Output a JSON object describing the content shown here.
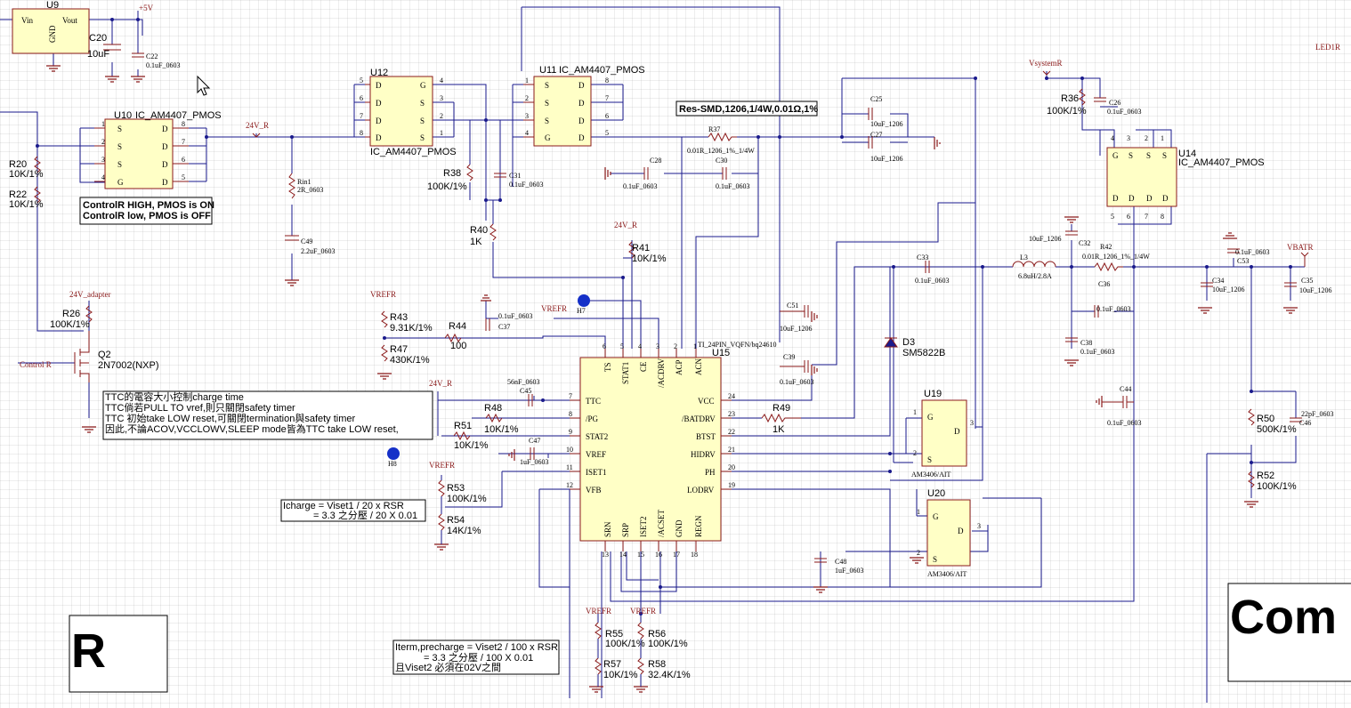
{
  "chips": {
    "U9": {
      "ref": "U9",
      "pins": [
        "Vin",
        "Vout",
        "GND"
      ]
    },
    "U10": {
      "ref": "U10",
      "value": "IC_AM4407_PMOS"
    },
    "U11": {
      "ref": "U11",
      "value": "IC_AM4407_PMOS"
    },
    "U12": {
      "ref": "U12",
      "value": "IC_AM4407_PMOS"
    },
    "U14": {
      "ref": "U14",
      "value": "IC_AM4407_PMOS"
    },
    "U15": {
      "ref": "U15",
      "value": "TI_24PIN_VQFN/bq24610",
      "pins_top": [
        "TS",
        "STAT1",
        "CE",
        "/ACDRV",
        "ACP",
        "ACN"
      ],
      "pins_top_num": [
        "6",
        "5",
        "4",
        "3",
        "2",
        "1"
      ],
      "pins_left": [
        "TTC",
        "/PG",
        "STAT2",
        "VREF",
        "ISET1",
        "VFB"
      ],
      "pins_left_num": [
        "7",
        "8",
        "9",
        "10",
        "11",
        "12"
      ],
      "pins_right": [
        "VCC",
        "/BATDRV",
        "BTST",
        "HIDRV",
        "PH",
        "LODRV"
      ],
      "pins_right_num": [
        "24",
        "23",
        "22",
        "21",
        "20",
        "19"
      ],
      "pins_bottom": [
        "SRN",
        "SRP",
        "ISET2",
        "/ACSET",
        "GND",
        "REGN"
      ],
      "pins_bottom_num": [
        "13",
        "14",
        "15",
        "16",
        "17",
        "18"
      ]
    },
    "U19": {
      "ref": "U19",
      "value": "AM3406/AIT"
    },
    "U20": {
      "ref": "U20",
      "value": "AM3406/AIT"
    },
    "Q2": {
      "ref": "Q2",
      "value": "2N7002(NXP)"
    }
  },
  "mos_pins": {
    "s": "S",
    "d": "D",
    "g": "G"
  },
  "pinnums": {
    "p1": "1",
    "p2": "2",
    "p3": "3",
    "p4": "4",
    "p5": "5",
    "p6": "6",
    "p7": "7",
    "p8": "8"
  },
  "parts": {
    "C20": {
      "ref": "C20",
      "value": "10uF"
    },
    "C22": {
      "ref": "C22",
      "value": "0.1uF_0603"
    },
    "R20": {
      "ref": "R20",
      "value": "10K/1%"
    },
    "R22": {
      "ref": "R22",
      "value": "10K/1%"
    },
    "R26": {
      "ref": "R26",
      "value": "100K/1%"
    },
    "Rin1": {
      "ref": "Rin1",
      "value": "2R_0603"
    },
    "C49": {
      "ref": "C49",
      "value": "2.2uF_0603"
    },
    "R38": {
      "ref": "R38",
      "value": "100K/1%"
    },
    "C31": {
      "ref": "C31",
      "value": "0.1uF_0603"
    },
    "R40": {
      "ref": "R40",
      "value": "1K"
    },
    "R41": {
      "ref": "R41",
      "value": "10K/1%"
    },
    "C28": {
      "ref": "C28",
      "value": "0.1uF_0603"
    },
    "C30": {
      "ref": "C30",
      "value": "0.1uF_0603"
    },
    "R37": {
      "ref": "R37",
      "value": "0.01R_1206_1%_1/4W"
    },
    "C25": {
      "ref": "C25",
      "value": "10uF_1206"
    },
    "C27": {
      "ref": "C27",
      "value": "10uF_1206"
    },
    "R36": {
      "ref": "R36",
      "value": "100K/1%"
    },
    "C26": {
      "ref": "C26",
      "value": "0.1uF_0603"
    },
    "R43": {
      "ref": "R43",
      "value": "9.31K/1%"
    },
    "R47": {
      "ref": "R47",
      "value": "430K/1%"
    },
    "R44": {
      "ref": "R44",
      "value": "100"
    },
    "C37": {
      "ref": "C37",
      "value": "0.1uF_0603"
    },
    "C45": {
      "ref": "C45",
      "value": "56nF_0603"
    },
    "R48": {
      "ref": "R48",
      "value": "10K/1%"
    },
    "R51": {
      "ref": "R51",
      "value": "10K/1%"
    },
    "C47": {
      "ref": "C47",
      "value": "1uF_0603"
    },
    "R53": {
      "ref": "R53",
      "value": "100K/1%"
    },
    "R54": {
      "ref": "R54",
      "value": "14K/1%"
    },
    "C51": {
      "ref": "C51",
      "value": "10uF_1206"
    },
    "C39": {
      "ref": "C39",
      "value": "0.1uF_0603"
    },
    "R49": {
      "ref": "R49",
      "value": "1K"
    },
    "C33": {
      "ref": "C33",
      "value": "0.1uF_0603"
    },
    "L3": {
      "ref": "L3",
      "value": "6.8uH/2.8A"
    },
    "R42": {
      "ref": "R42",
      "value": "0.01R_1206_1%_1/4W"
    },
    "C32": {
      "ref": "C32",
      "value": "10uF_1206"
    },
    "C36": {
      "ref": "C36",
      "value": "0.1uF_0603"
    },
    "C38": {
      "ref": "C38",
      "value": "0.1uF_0603"
    },
    "C44": {
      "ref": "C44",
      "value": "0.1uF_0603"
    },
    "C34": {
      "ref": "C34",
      "value": "10uF_1206"
    },
    "C53": {
      "ref": "C53",
      "value": "0.1uF_0603"
    },
    "C35": {
      "ref": "C35",
      "value": "10uF_1206"
    },
    "R50": {
      "ref": "R50",
      "value": "500K/1%"
    },
    "C46": {
      "ref": "C46",
      "value": "22pF_0603"
    },
    "R52": {
      "ref": "R52",
      "value": "100K/1%"
    },
    "D3": {
      "ref": "D3",
      "value": "SM5822B"
    },
    "C48": {
      "ref": "C48",
      "value": "1uF_0603"
    },
    "R55": {
      "ref": "R55",
      "value": "100K/1%"
    },
    "R56": {
      "ref": "R56",
      "value": "100K/1%"
    },
    "R57": {
      "ref": "R57",
      "value": "10K/1%"
    },
    "R58": {
      "ref": "R58",
      "value": "32.4K/1%"
    }
  },
  "nets": {
    "p5v": "+5V",
    "v24r": "24V_R",
    "v24adapter": "24V_adapter",
    "vref": "VREFR",
    "vsys": "VsystemR",
    "vbat": "VBATR",
    "controlr": "Control R",
    "led": "LED1R"
  },
  "holes": {
    "h7": "H7",
    "h8": "H8"
  },
  "notes": {
    "pmos": [
      "ControlR HIGH, PMOS is ON",
      "ControlR low, PMOS   is OFF"
    ],
    "res": "Res-SMD,1206,1/4W,0.01Ω,1%",
    "ttc": [
      "TTC的電容大小控制charge time",
      "TTC倘若PULL TO vref,則只關閉safety timer",
      "TTC 初始take LOW reset,可關閉termination與safety timer",
      "因此,不論ACOV,VCCLOWV,SLEEP mode皆為TTC take LOW reset,"
    ],
    "icharge": [
      "Icharge = Viset1 / 20 x RSR",
      "= 3.3 之分壓 / 20 X 0.01"
    ],
    "iterm": [
      "Iterm,precharge = Viset2 / 100 x RSR",
      "= 3.3 之分壓 / 100 X 0.01",
      "且Viset2 必須在02V之間"
    ],
    "title_left": "R",
    "title_right": "Com"
  }
}
